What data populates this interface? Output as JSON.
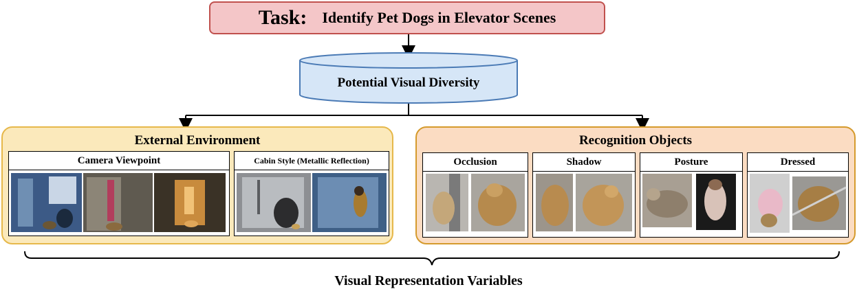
{
  "task": {
    "prefix": "Task:",
    "text": "Identify Pet Dogs in Elevator Scenes"
  },
  "database": {
    "label": "Potential Visual Diversity"
  },
  "external": {
    "title": "External Environment",
    "camera": {
      "title": "Camera Viewpoint"
    },
    "cabin": {
      "title": "Cabin Style (Metallic Reflection)"
    }
  },
  "recognition": {
    "title": "Recognition Objects",
    "occlusion": "Occlusion",
    "shadow": "Shadow",
    "posture": "Posture",
    "dressed": "Dressed"
  },
  "footer": {
    "label": "Visual Representation Variables"
  },
  "colors": {
    "task_fill": "#f4c6c8",
    "task_border": "#c0504d",
    "db_fill": "#d6e6f7",
    "db_border": "#4a7ab5",
    "ext_fill": "#fbe9bb",
    "ext_border": "#e6b84a",
    "rec_fill": "#fbdcc2",
    "rec_border": "#d59a2c"
  }
}
